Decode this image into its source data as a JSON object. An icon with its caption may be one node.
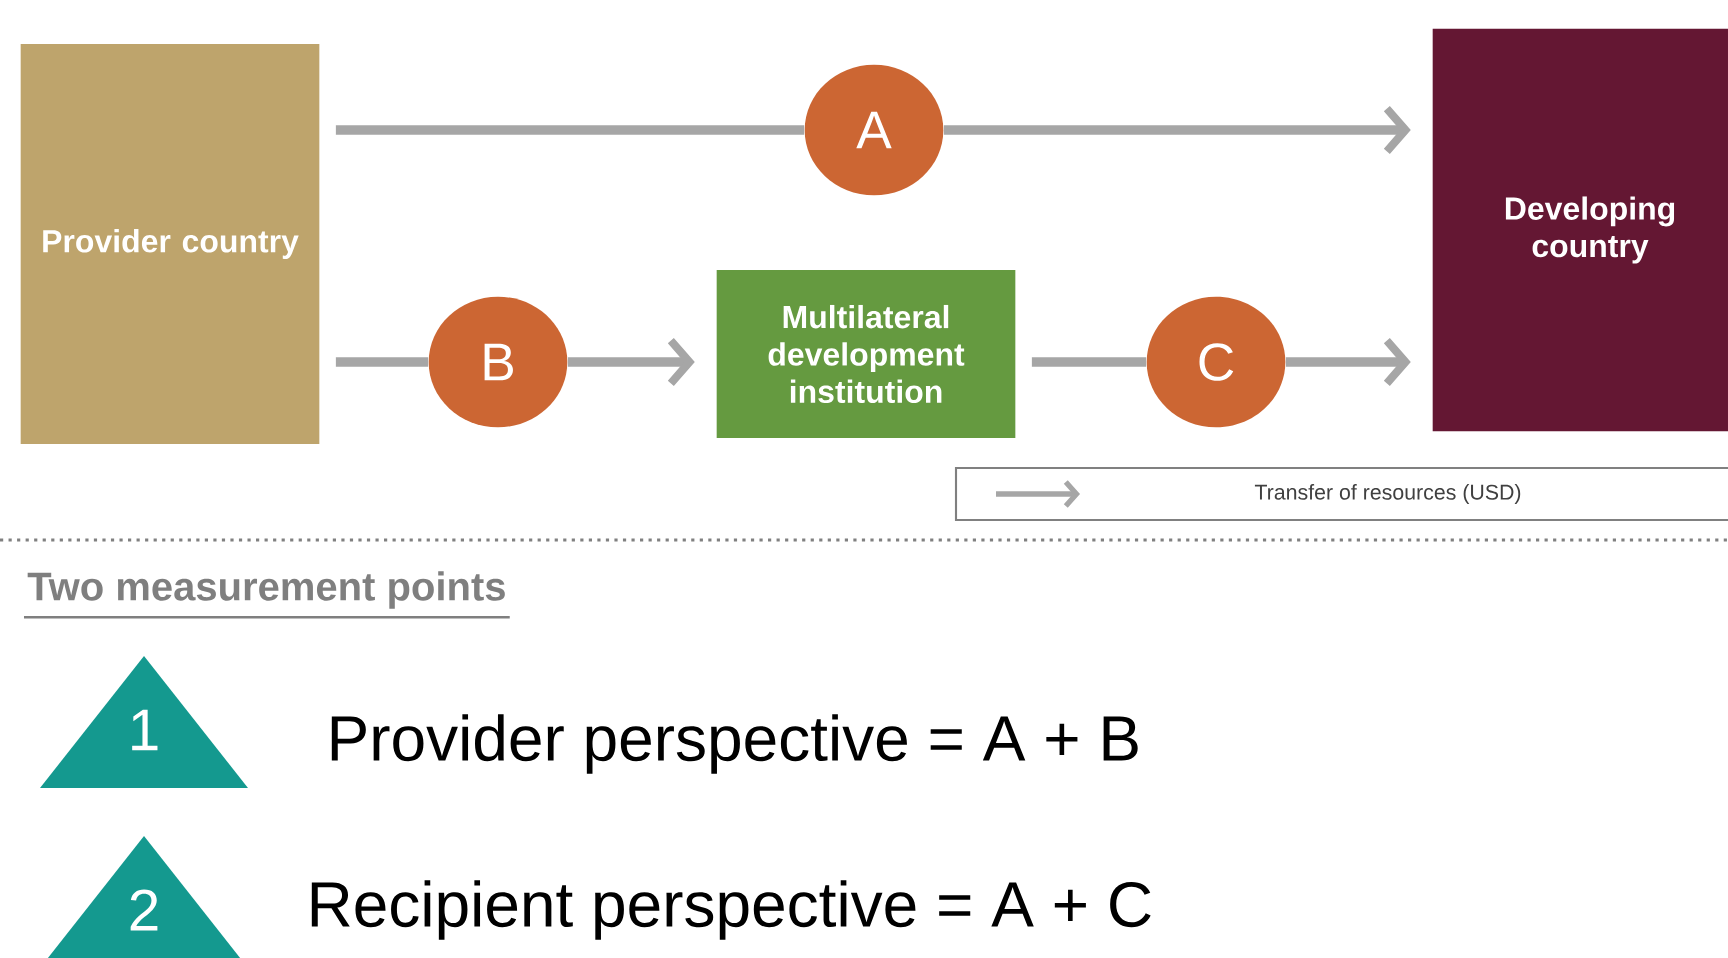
{
  "diagram": {
    "title": "Two measurement points",
    "nodes": [
      {
        "text": [
          "Provider country"
        ]
      },
      {
        "text": [
          "Developing country"
        ]
      },
      {
        "text": [
          "Multilateral development institution"
        ]
      },
      {
        "text": [
          "A"
        ]
      },
      {
        "text": [
          "B"
        ]
      },
      {
        "text": [
          "C"
        ]
      },
      {
        "text": [
          "1"
        ],
        "beside": [
          "Provider perspective = A + B"
        ]
      },
      {
        "text": [
          "2"
        ],
        "beside": [
          "Recipient perspective = A + C"
        ]
      }
    ],
    "edges": [
      {
        "from": 0,
        "to": 3,
        "arrow": "none"
      },
      {
        "from": 3,
        "to": 1,
        "arrow": "to"
      },
      {
        "from": 0,
        "to": 4,
        "arrow": "none"
      },
      {
        "from": 4,
        "to": 2,
        "arrow": "to"
      },
      {
        "from": 2,
        "to": 5,
        "arrow": "none"
      },
      {
        "from": 5,
        "to": 1,
        "arrow": "to"
      }
    ],
    "legend": [
      {
        "text": "Transfer of resources (USD)"
      }
    ]
  }
}
